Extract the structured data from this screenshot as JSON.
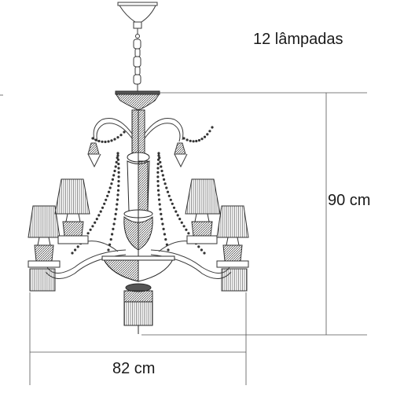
{
  "labels": {
    "lamp_count": "12 lâmpadas",
    "height": "90 cm",
    "width": "82 cm"
  },
  "colors": {
    "line": "#3a3a3a",
    "dimension": "#555555",
    "background": "#ffffff"
  }
}
